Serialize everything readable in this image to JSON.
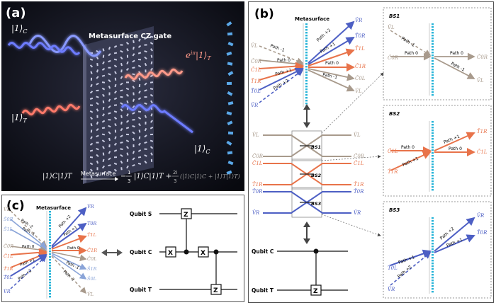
{
  "panel_a": {
    "label": "(a)",
    "title": "Metasurface CZ gate",
    "ket_c_in": "|1⟩",
    "sub_c": "C",
    "ket_t_in": "|1⟩",
    "sub_t": "T",
    "ket_t_out": "e",
    "ket_t_out_exp": "iπ",
    "ket_t_out_rest": "|1⟩",
    "ket_c_out": "|1⟩",
    "eq_lhs": "|1⟩C|1⟩T",
    "eq_arrow_label": "Metasurface",
    "eq_rhs_1": "−",
    "eq_frac1_num": "1",
    "eq_frac1_den": "3",
    "eq_rhs_1b": "|1⟩C|1⟩T +",
    "eq_frac2_num": "2i",
    "eq_frac2_den": "3",
    "eq_rhs_2": "(|1⟩C|1⟩C + |1⟩T|1⟩T)"
  },
  "panel_b": {
    "label": "(b)",
    "metasurface": "Metasurface",
    "paths": [
      "Path -1",
      "Path 0",
      "Path +1",
      "Path +2",
      "Path +2",
      "Path +1",
      "Path 0",
      "Path -1"
    ],
    "in_states": [
      "V̂L",
      "Ĉ0R",
      "Ĉ1L",
      "T̂1R",
      "T̂0L",
      "V̂R"
    ],
    "out_states": [
      "V̂R",
      "T̂0R",
      "T̂1L",
      "Ĉ1R",
      "Ĉ0L",
      "V̂L"
    ],
    "bs_labels": [
      "BS1",
      "BS2",
      "BS3"
    ],
    "mid_left": [
      "V̂L",
      "Ĉ0R",
      "Ĉ1L",
      "T̂1R",
      "T̂0R",
      "V̂R"
    ],
    "mid_right": [
      "V̂L",
      "Ĉ0R",
      "Ĉ1L",
      "T̂1R",
      "T̂0R",
      "V̂R"
    ],
    "qubit_c": "Qubit C",
    "qubit_t": "Qubit T",
    "gate_z": "Z",
    "box_bs1": {
      "title": "BS1",
      "paths": [
        "Path -1",
        "Path 0",
        "Path 0",
        "Path -1"
      ],
      "states": [
        "V̂L",
        "Ĉ0R",
        "Ĉ0R",
        "V̂L"
      ]
    },
    "box_bs2": {
      "title": "BS2",
      "paths": [
        "Path 0",
        "Path +1",
        "Path +1",
        "Path 0"
      ],
      "states": [
        "Ĉ1L",
        "T̂1R",
        "T̂1R",
        "Ĉ1L"
      ]
    },
    "box_bs3": {
      "title": "BS3",
      "paths": [
        "Path +1",
        "Path +2",
        "Path +2",
        "Path +1"
      ],
      "states": [
        "T̂0L",
        "V̂R",
        "V̂R",
        "T̂0R"
      ]
    }
  },
  "panel_c": {
    "label": "(c)",
    "metasurface": "Metasurface",
    "paths": [
      "Path -2",
      "Path -1",
      "Path 0",
      "Path +1",
      "Path +2",
      "Path +2",
      "Path +1",
      "Path 0",
      "Path -1",
      "Path -2"
    ],
    "in_states": [
      "V̂L",
      "Ŝ0R",
      "Ŝ1L",
      "Ĉ0R",
      "Ĉ1L",
      "T̂1R",
      "T̂0L",
      "V̂R"
    ],
    "out_states": [
      "V̂R",
      "T̂0R",
      "T̂1L",
      "Ĉ1R",
      "Ĉ0L",
      "Ŝ1R",
      "Ŝ0L",
      "V̂L"
    ],
    "qubit_s": "Qubit S",
    "qubit_c": "Qubit C",
    "qubit_t": "Qubit T",
    "gate_x": "X",
    "gate_z": "Z"
  },
  "colors": {
    "orange": "#e8734a",
    "blue": "#4d5fc4",
    "gray": "#a89a8c",
    "meta": "#27b4d8"
  }
}
